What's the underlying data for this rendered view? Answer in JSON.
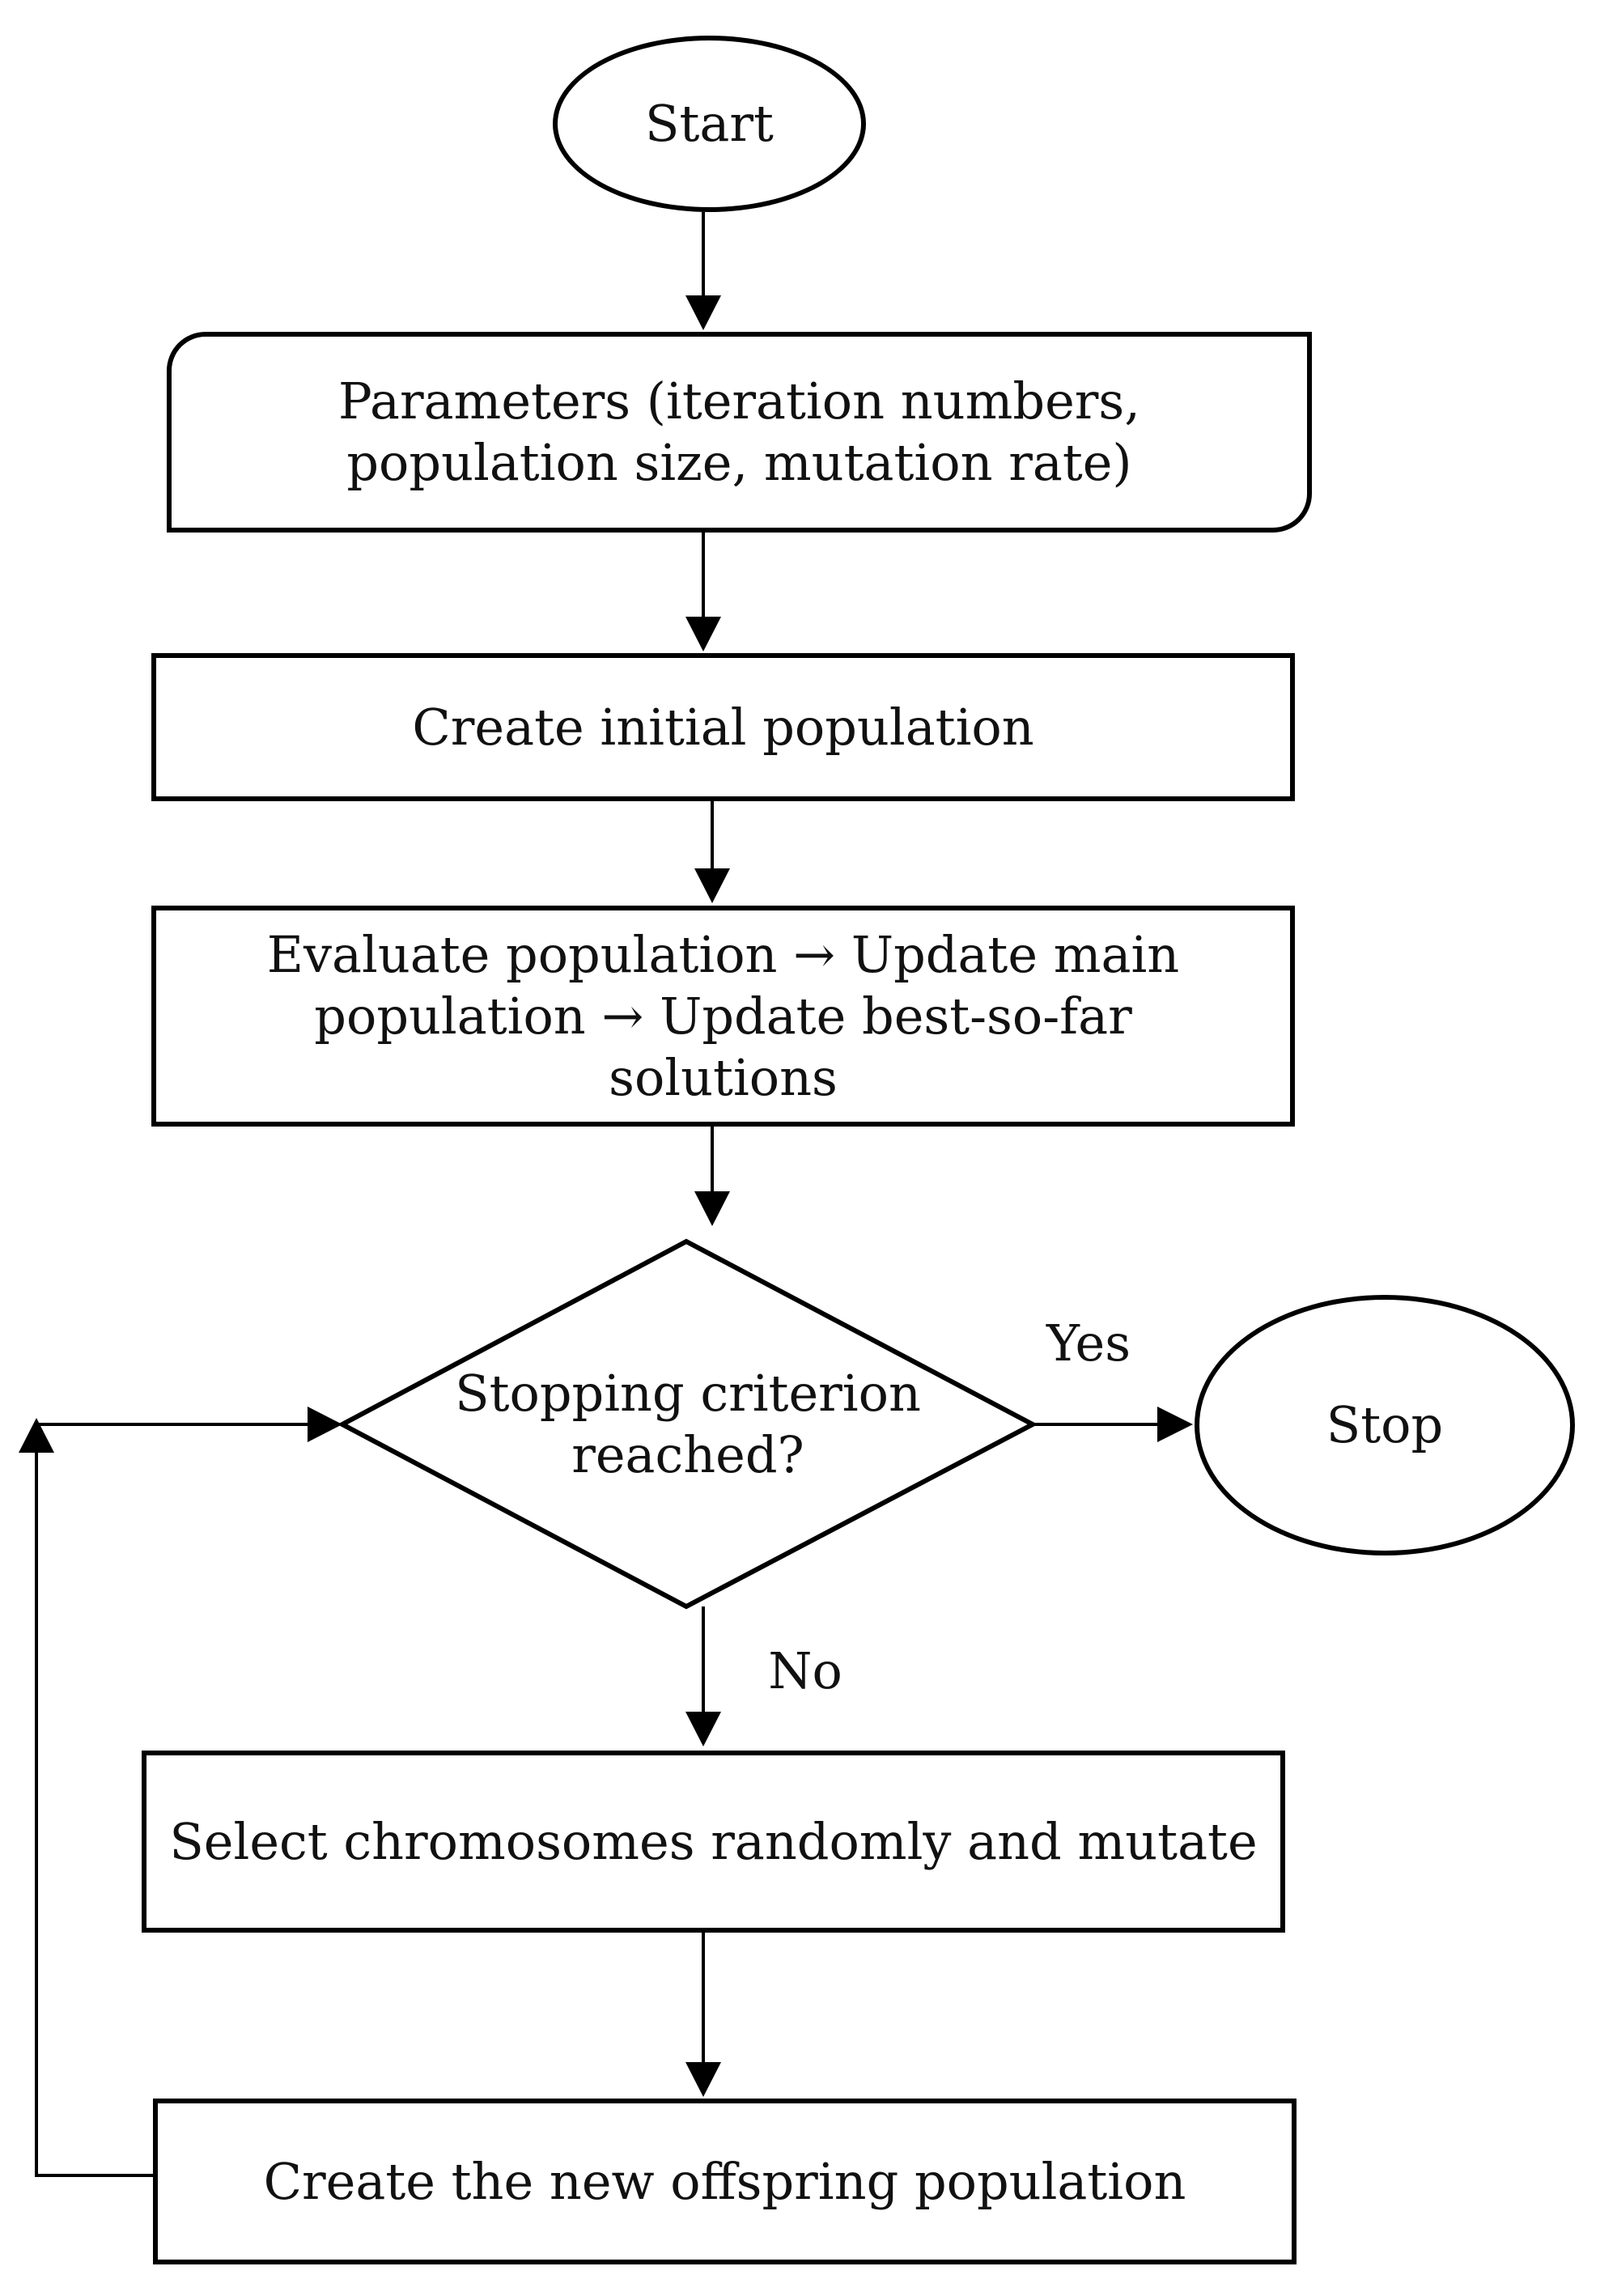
{
  "nodes": {
    "start": "Start",
    "parameters": "Parameters (iteration numbers, population size, mutation rate)",
    "create_initial": "Create initial population",
    "evaluate": "Evaluate population → Update main population → Update best-so-far solutions",
    "decision": "Stopping criterion reached?",
    "stop": "Stop",
    "select_mutate": "Select chromosomes randomly and mutate",
    "create_offspring": "Create the new offspring population"
  },
  "edges": {
    "yes_label": "Yes",
    "no_label": "No"
  }
}
